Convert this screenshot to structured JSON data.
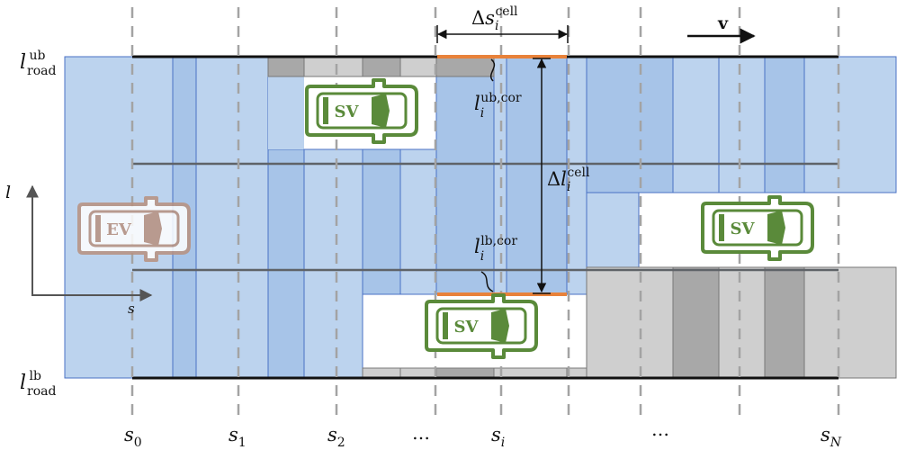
{
  "road": {
    "upper_bound": {
      "symbol": "l",
      "sub": "road",
      "sup": "ub"
    },
    "lower_bound": {
      "symbol": "l",
      "sub": "road",
      "sup": "lb"
    }
  },
  "axes": {
    "lateral": "l",
    "longitudinal": "s"
  },
  "velocity": {
    "label": "v"
  },
  "stations": [
    {
      "symbol": "s",
      "sub": "0"
    },
    {
      "symbol": "s",
      "sub": "1"
    },
    {
      "symbol": "s",
      "sub": "2"
    },
    {
      "symbol": "…",
      "sub": ""
    },
    {
      "symbol": "s",
      "sub": "i"
    },
    {
      "symbol": "…",
      "sub": ""
    },
    {
      "symbol": "s",
      "sub": "N"
    }
  ],
  "annotations": {
    "delta_s": {
      "prefix": "Δ",
      "symbol": "s",
      "sub": "i",
      "sup": "cell"
    },
    "delta_l": {
      "prefix": "Δ",
      "symbol": "l",
      "sub": "i",
      "sup": "cell"
    },
    "ub_cor": {
      "symbol": "l",
      "sub": "i",
      "sup": "ub,cor"
    },
    "lb_cor": {
      "symbol": "l",
      "sub": "i",
      "sup": "lb,cor"
    }
  },
  "vehicles": {
    "ego": {
      "label": "EV",
      "color": "#b8917f"
    },
    "surrounding": [
      {
        "label": "SV",
        "color": "#5a8a3a"
      },
      {
        "label": "SV",
        "color": "#5a8a3a"
      },
      {
        "label": "SV",
        "color": "#5a8a3a"
      }
    ]
  },
  "colors": {
    "cell_fill": "#bcd3ee",
    "cell_dark": "#a7c4e8",
    "cell_stroke": "#4a72c4",
    "occupied_fill": "#cfcfcf",
    "occupied_dark": "#a8a8a8",
    "corridor_bound": "#e8823a",
    "grid_line": "#9a9a9a"
  }
}
